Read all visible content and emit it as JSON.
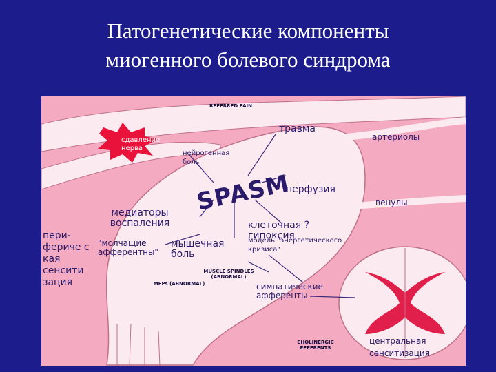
{
  "title": {
    "line1": "Патогенетические компоненты",
    "line2": "миогенного болевого синдрома"
  },
  "labels": {
    "referred_pain": "REFERRED PAIN",
    "compression": "сдавление нерва",
    "neurogenic_pain": "нейрогенная боль",
    "trauma": "травма",
    "arterioles": "артериолы",
    "spasm": "SPASM",
    "perfusion": "перфузия",
    "venules": "венулы",
    "mediators": "медиаторы воспаления",
    "peripheral_sensitization": "пери- фериче с кая сенсити зация",
    "silent_afferents": "\"молчащие афферентны\"",
    "muscle_pain": "мышечная боль",
    "cellular_hypoxia": "клеточная ? гипоксия",
    "energy_crisis": "модель \"энергетического кризиса\"",
    "muscle_spindles": "MUSCLE SPINDLES (ABNORMAL)",
    "meps": "MEPs (ABNORMAL)",
    "sympathetic_afferents": "симпатические афференты",
    "cholinergic": "CHOLINERGIC EFFERENTS",
    "central_sensitization": "центральная сенситизация"
  },
  "colors": {
    "background": "#1c1c8c",
    "panel": "#f4aac0",
    "muscle": "#fbeaf0",
    "burst": "#e8123a",
    "cord_gray": "#e0204a"
  }
}
